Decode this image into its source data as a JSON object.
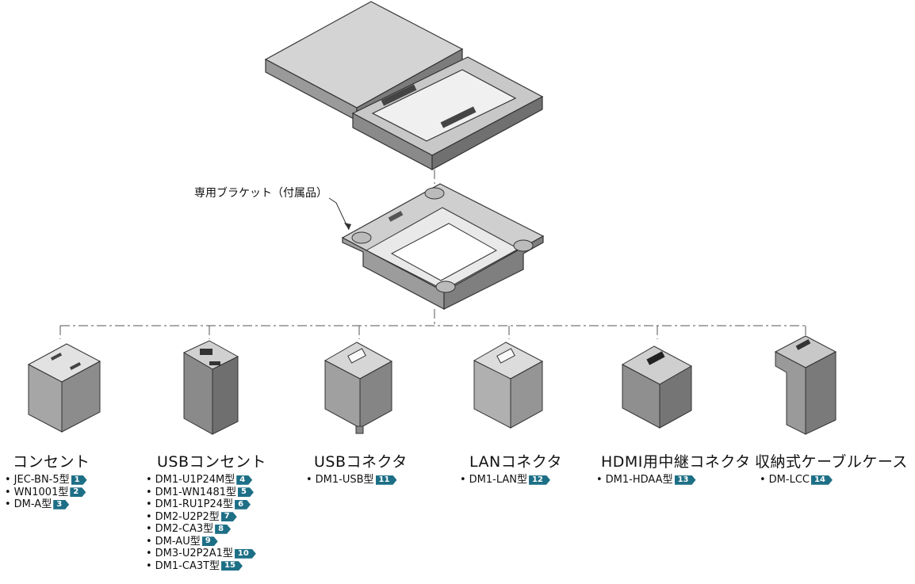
{
  "bracket_label": "専用ブラケット（付属品）",
  "categories": [
    {
      "title": "コンセント",
      "items": [
        {
          "model": "JEC-BN-5型",
          "badge": "1"
        },
        {
          "model": "WN1001型",
          "badge": "2"
        },
        {
          "model": "DM-A型",
          "badge": "3"
        }
      ]
    },
    {
      "title": "USBコンセント",
      "items": [
        {
          "model": "DM1-U1P24M型",
          "badge": "4"
        },
        {
          "model": "DM1-WN1481型",
          "badge": "5"
        },
        {
          "model": "DM1-RU1P24型",
          "badge": "6"
        },
        {
          "model": "DM2-U2P2型",
          "badge": "7"
        },
        {
          "model": "DM2-CA3型",
          "badge": "8"
        },
        {
          "model": "DM-AU型",
          "badge": "9"
        },
        {
          "model": "DM3-U2P2A1型",
          "badge": "10"
        },
        {
          "model": "DM1-CA3T型",
          "badge": "15"
        }
      ]
    },
    {
      "title": "USBコネクタ",
      "items": [
        {
          "model": "DM1-USB型",
          "badge": "11"
        }
      ]
    },
    {
      "title": "LANコネクタ",
      "items": [
        {
          "model": "DM1-LAN型",
          "badge": "12"
        }
      ]
    },
    {
      "title": "HDMI用中継コネクタ",
      "items": [
        {
          "model": "DM1-HDAA型",
          "badge": "13"
        }
      ]
    },
    {
      "title": "収納式ケーブルケース",
      "items": [
        {
          "model": "DM-LCC",
          "badge": "14"
        }
      ]
    }
  ],
  "colors": {
    "badge": "#1d6f86",
    "product_body": "#8e8e8e",
    "product_light": "#d9d9d9"
  }
}
